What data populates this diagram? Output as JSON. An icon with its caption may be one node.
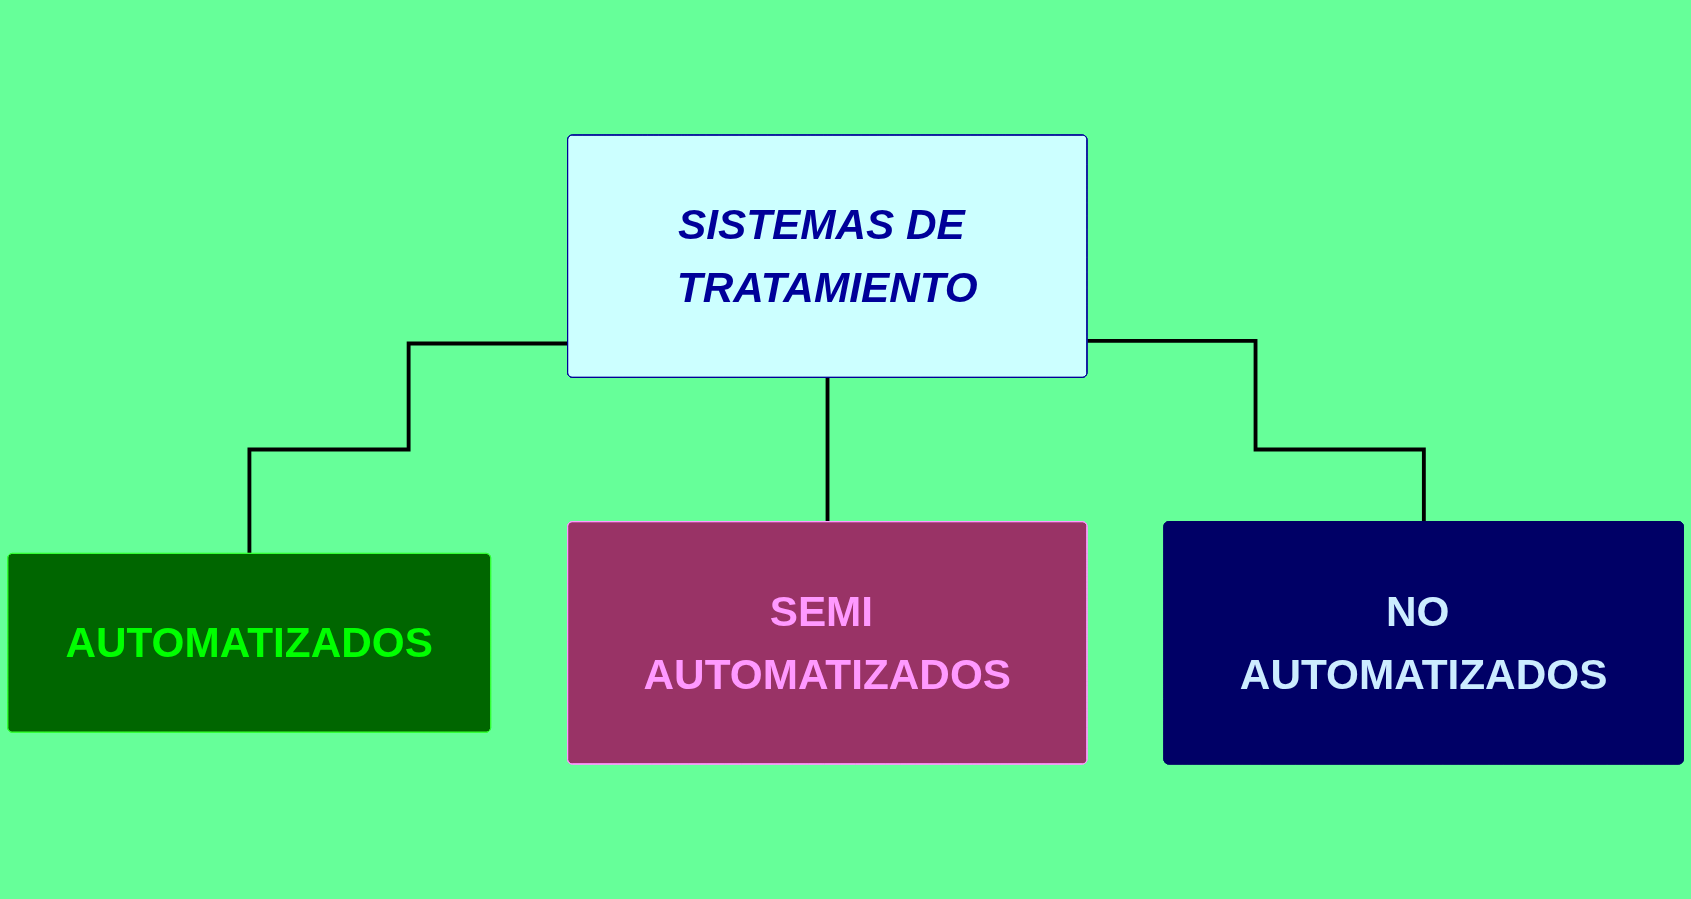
{
  "diagram": {
    "nodes": [
      {
        "text": [
          "SISTEMAS DE TRATAMIENTO"
        ]
      },
      {
        "text": [
          "AUTOMATIZADOS"
        ]
      },
      {
        "text": [
          "SEMI AUTOMATIZADOS"
        ]
      },
      {
        "text": [
          "NO AUTOMATIZADOS"
        ]
      }
    ],
    "edges": [
      {
        "from": 0,
        "to": 1,
        "arrow": "none"
      },
      {
        "from": 0,
        "to": 2,
        "arrow": "none"
      },
      {
        "from": 0,
        "to": 3,
        "arrow": "none"
      }
    ]
  }
}
